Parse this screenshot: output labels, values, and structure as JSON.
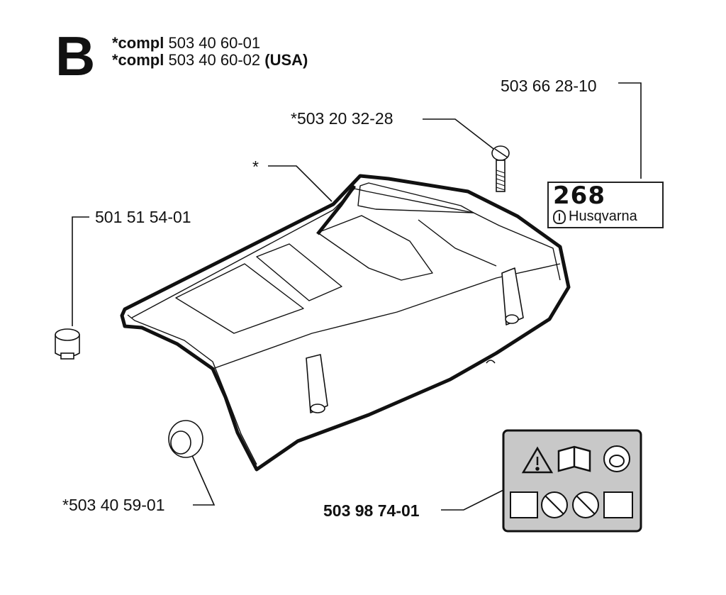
{
  "header": {
    "section_letter": "B",
    "compl_lines": [
      {
        "prefix": "*compl",
        "number": "503 40 60-01",
        "suffix": ""
      },
      {
        "prefix": "*compl",
        "number": "503 40 60-02",
        "suffix": "(USA)"
      }
    ]
  },
  "part_labels": {
    "decal_268": "503 66 28-10",
    "screw": "*503 20 32-28",
    "cover_marker": "*",
    "plug": "501 51 54-01",
    "grommet": "*503 40 59-01",
    "warning_decal": "503 98 74-01"
  },
  "decal": {
    "model": "268",
    "brand": "Husqvarna"
  },
  "colors": {
    "line": "#111111",
    "decal_panel": "#c8c8c8"
  }
}
